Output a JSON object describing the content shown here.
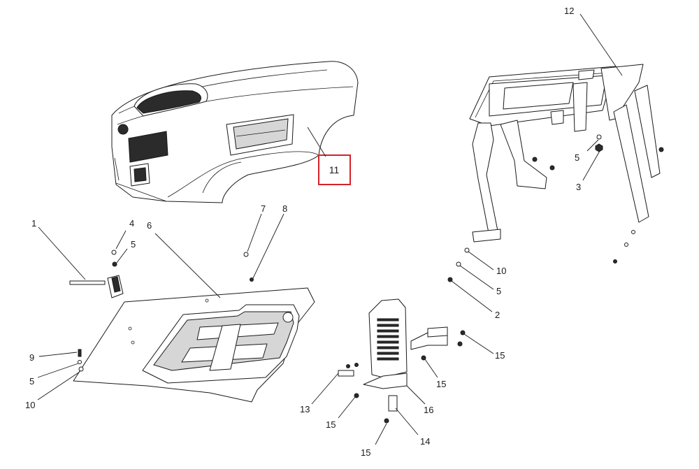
{
  "callouts": {
    "c1": "1",
    "c2": "2",
    "c3": "3",
    "c4": "4",
    "c5a": "5",
    "c5b": "5",
    "c5c": "5",
    "c5d": "5",
    "c6": "6",
    "c7": "7",
    "c8": "8",
    "c9": "9",
    "c10a": "10",
    "c10b": "10",
    "c11": "11",
    "c12": "12",
    "c13": "13",
    "c14": "14",
    "c15a": "15",
    "c15b": "15",
    "c15c": "15",
    "c15d": "15",
    "c16": "16"
  },
  "highlight": {
    "color": "#d6222a",
    "part": "11"
  }
}
